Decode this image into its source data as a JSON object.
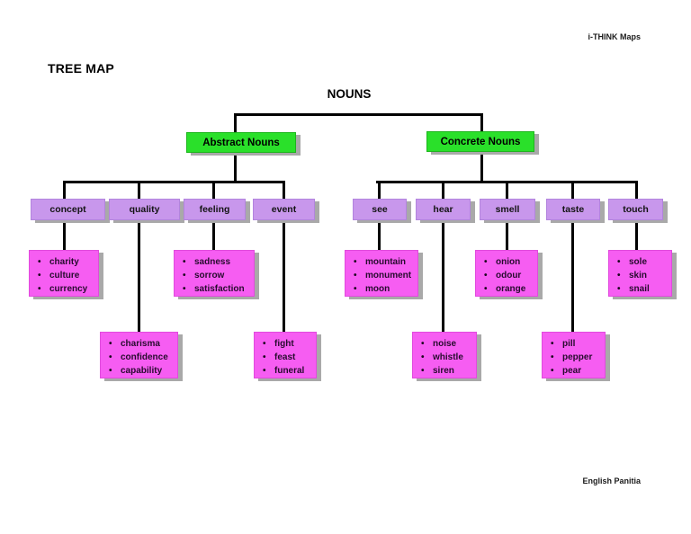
{
  "page": {
    "watermark": "i-THINK Maps",
    "title": "TREE MAP",
    "footer": "English Panitia"
  },
  "colors": {
    "branch_fill": "#2ae02a",
    "category_fill": "#c897ec",
    "example_fill": "#f65df2",
    "connector": "#000000",
    "shadow": "#a9a9a9",
    "background": "#ffffff"
  },
  "tree": {
    "root": "NOUNS",
    "branches": [
      {
        "label": "Abstract Nouns",
        "categories": [
          {
            "label": "concept",
            "examples": [
              "charity",
              "culture",
              "currency"
            ]
          },
          {
            "label": "quality",
            "examples": [
              "charisma",
              "confidence",
              "capability"
            ]
          },
          {
            "label": "feeling",
            "examples": [
              "sadness",
              "sorrow",
              "satisfaction"
            ]
          },
          {
            "label": "event",
            "examples": [
              "fight",
              "feast",
              "funeral"
            ]
          }
        ]
      },
      {
        "label": "Concrete Nouns",
        "categories": [
          {
            "label": "see",
            "examples": [
              "mountain",
              "monument",
              "moon"
            ]
          },
          {
            "label": "hear",
            "examples": [
              "noise",
              "whistle",
              "siren"
            ]
          },
          {
            "label": "smell",
            "examples": [
              "onion",
              "odour",
              "orange"
            ]
          },
          {
            "label": "taste",
            "examples": [
              "pill",
              "pepper",
              "pear"
            ]
          },
          {
            "label": "touch",
            "examples": [
              "sole",
              "skin",
              "snail"
            ]
          }
        ]
      }
    ]
  }
}
